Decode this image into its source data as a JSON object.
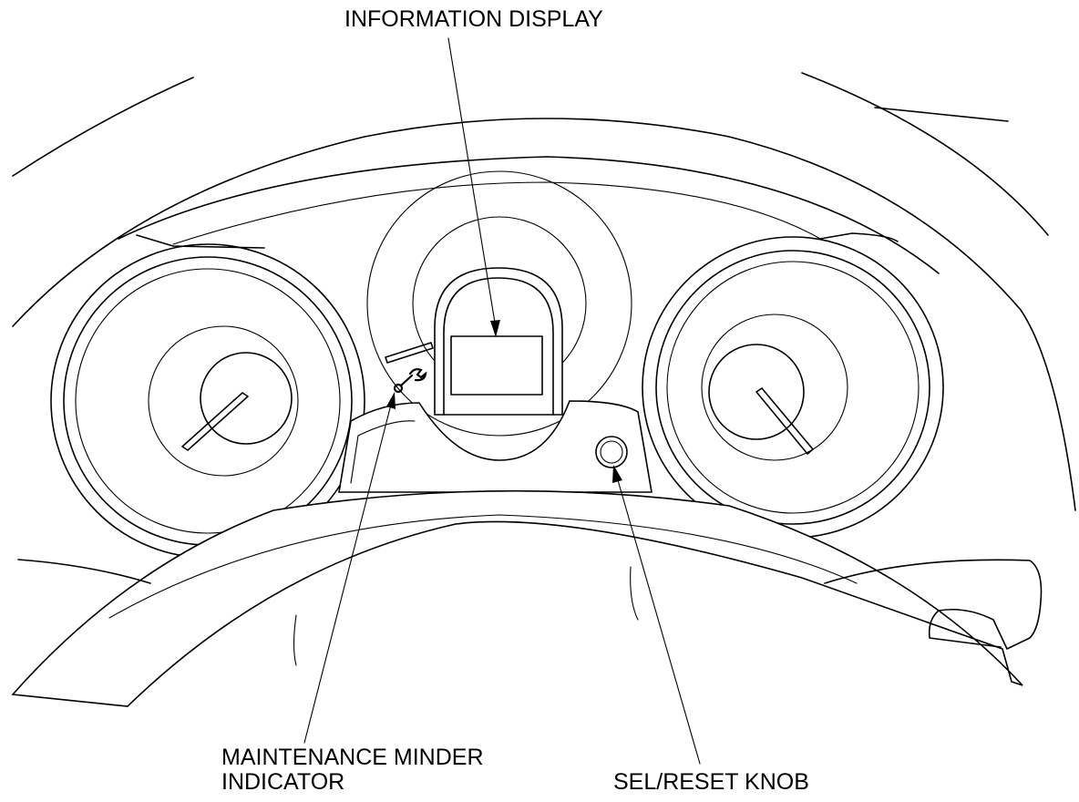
{
  "labels": {
    "information_display": "INFORMATION DISPLAY",
    "maintenance_minder_line1": "MAINTENANCE MINDER",
    "maintenance_minder_line2": "INDICATOR",
    "sel_reset_knob": "SEL/RESET KNOB"
  },
  "colors": {
    "line": "#000000",
    "background": "#ffffff"
  },
  "icons": {
    "maintenance_minder": "wrench-icon"
  }
}
